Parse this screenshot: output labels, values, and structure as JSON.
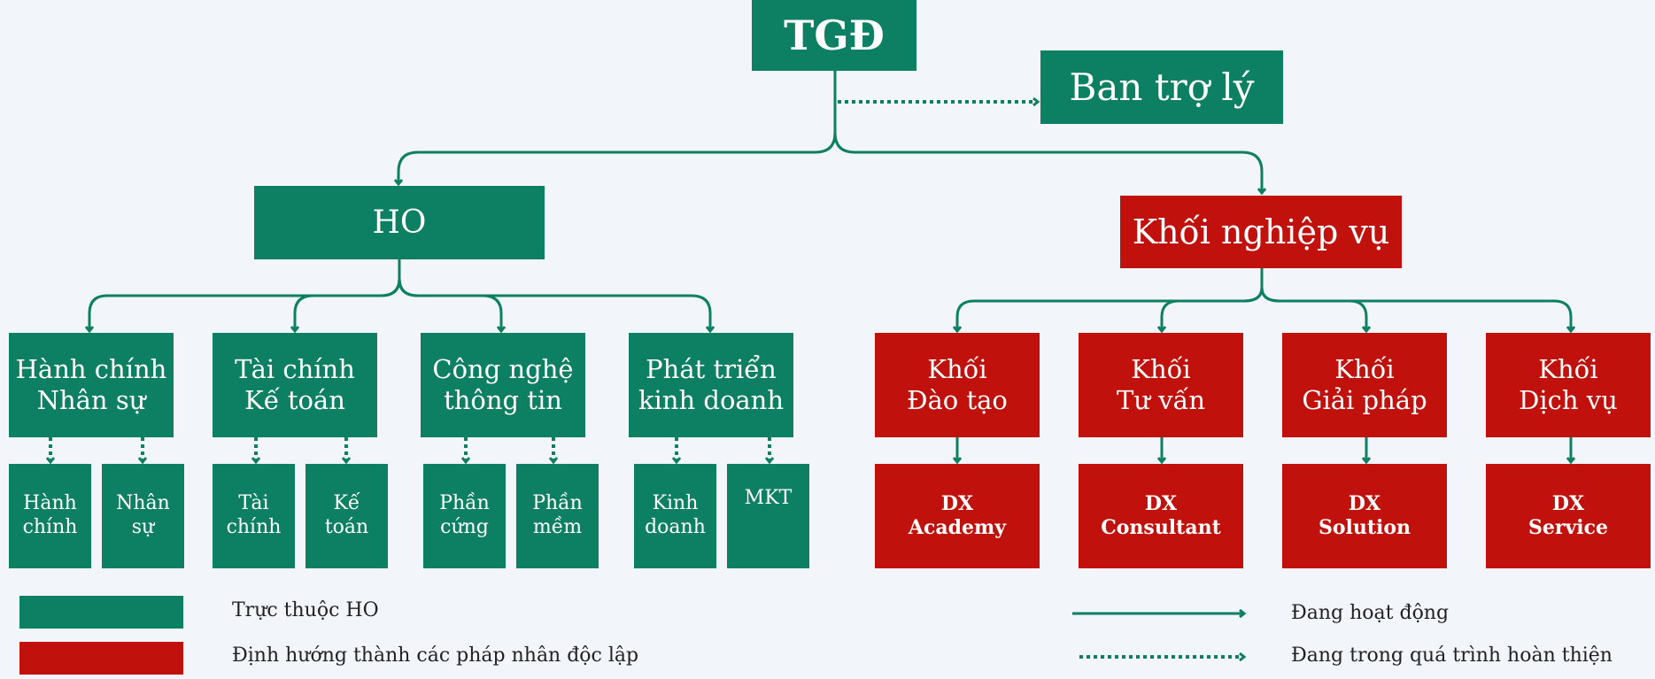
{
  "colors": {
    "green": "#0d7f63",
    "red": "#c0110c",
    "line": "#0d7f63",
    "background": "#f2f6fb"
  },
  "nodes": {
    "tgd": "TGĐ",
    "assistant": "Ban trợ lý",
    "ho": "HO",
    "business": "Khối nghiệp vụ",
    "ho_units": [
      {
        "label": "Hành chính\nNhân sự",
        "children": [
          "Hành\nchính",
          "Nhân\nsự"
        ]
      },
      {
        "label": "Tài chính\nKế toán",
        "children": [
          "Tài\nchính",
          "Kế\ntoán"
        ]
      },
      {
        "label": "Công nghệ\nthông tin",
        "children": [
          "Phần\ncứng",
          "Phần\nmềm"
        ]
      },
      {
        "label": "Phát triển\nkinh doanh",
        "children": [
          "Kinh\ndoanh",
          "MKT"
        ]
      }
    ],
    "business_units": [
      {
        "label": "Khối\nĐào tạo",
        "child": "DX\nAcademy"
      },
      {
        "label": "Khối\nTư vấn",
        "child": "DX\nConsultant"
      },
      {
        "label": "Khối\nGiải pháp",
        "child": "DX\nSolution"
      },
      {
        "label": "Khối\nDịch vụ",
        "child": "DX\nService"
      }
    ]
  },
  "legend": {
    "green_label": "Trực thuộc HO",
    "red_label": "Định hướng thành các pháp nhân độc lập",
    "solid_label": "Đang hoạt động",
    "dotted_label": "Đang trong quá trình hoàn thiện"
  }
}
